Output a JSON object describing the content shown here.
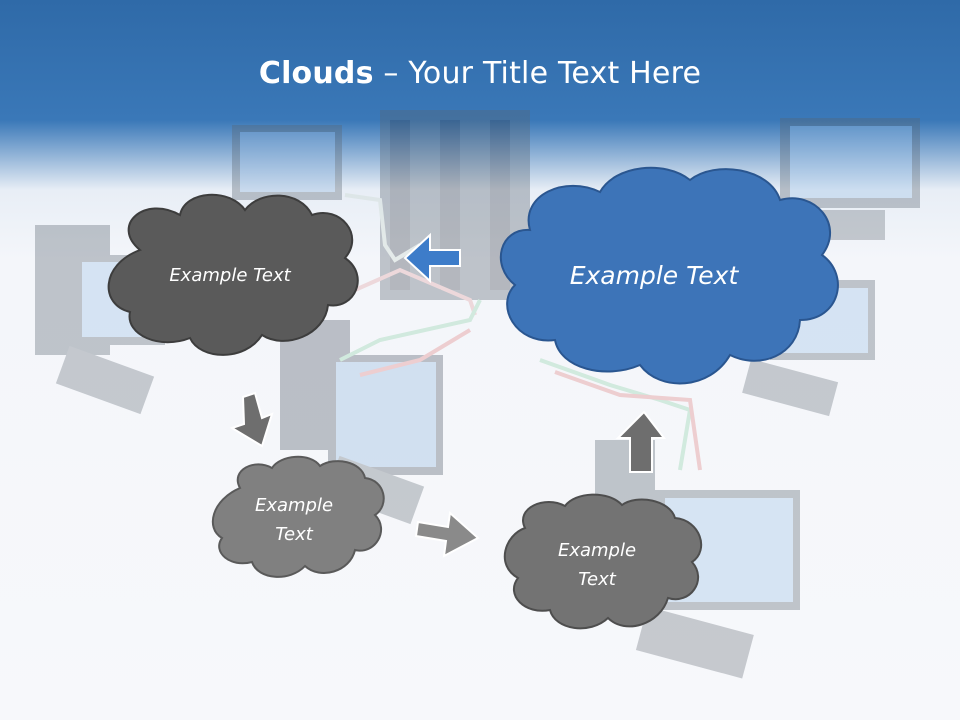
{
  "title": {
    "bold": "Clouds",
    "separator": " – ",
    "rest": "Your Title Text Here"
  },
  "clouds": [
    {
      "id": "cloud-1",
      "text": "Example Text",
      "fill": "#595959"
    },
    {
      "id": "cloud-2",
      "text": "Example Text",
      "fill": "#3d74b8"
    },
    {
      "id": "cloud-3",
      "text": "Example Text",
      "fill": "#808080"
    },
    {
      "id": "cloud-4",
      "text": "Example Text",
      "fill": "#737373"
    }
  ],
  "colors": {
    "header": "#3572b2",
    "arrow_blue": "#3d7cc9",
    "arrow_gray": "#6e6e6e",
    "cable_red": "#e08080",
    "cable_green": "#7fc79a"
  }
}
